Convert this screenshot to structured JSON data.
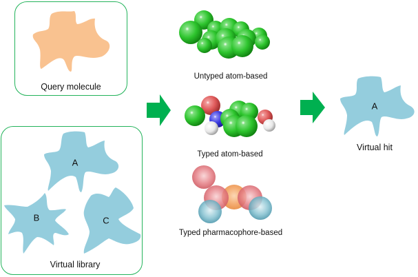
{
  "query_panel": {
    "caption": "Query molecule",
    "shape_color": "#f9c290"
  },
  "library_panel": {
    "caption": "Virtual library",
    "shape_color": "#94cddd",
    "molecules": [
      {
        "label": "A"
      },
      {
        "label": "B"
      },
      {
        "label": "C"
      }
    ]
  },
  "methods": [
    {
      "caption": "Untyped atom-based",
      "type": "untyped-atom"
    },
    {
      "caption": "Typed atom-based",
      "type": "typed-atom"
    },
    {
      "caption": "Typed pharmacophore-based",
      "type": "pharmacophore"
    }
  ],
  "result": {
    "label": "A",
    "caption": "Virtual hit"
  },
  "colors": {
    "panel_border": "#22b35a",
    "arrow": "#00b050",
    "carbon": "#2ec52e",
    "oxygen": "#e05a5a",
    "nitrogen": "#3a3ae0",
    "hydrogen": "#eeeeee",
    "pharm_red": "#e07a80",
    "pharm_orange": "#f2a45e",
    "pharm_blue": "#6fb0c2"
  }
}
